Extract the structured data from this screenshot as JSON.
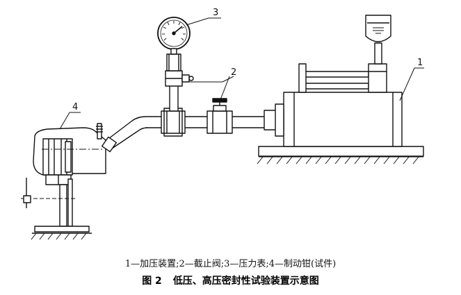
{
  "callouts": [
    "1",
    "2",
    "3",
    "4"
  ],
  "legend": "1—加压装置;2—截止阀;3—压力表;4—制动钳(试件)",
  "figure_number": "图 2",
  "figure_title": "低压、高压密封性试验装置示意图"
}
